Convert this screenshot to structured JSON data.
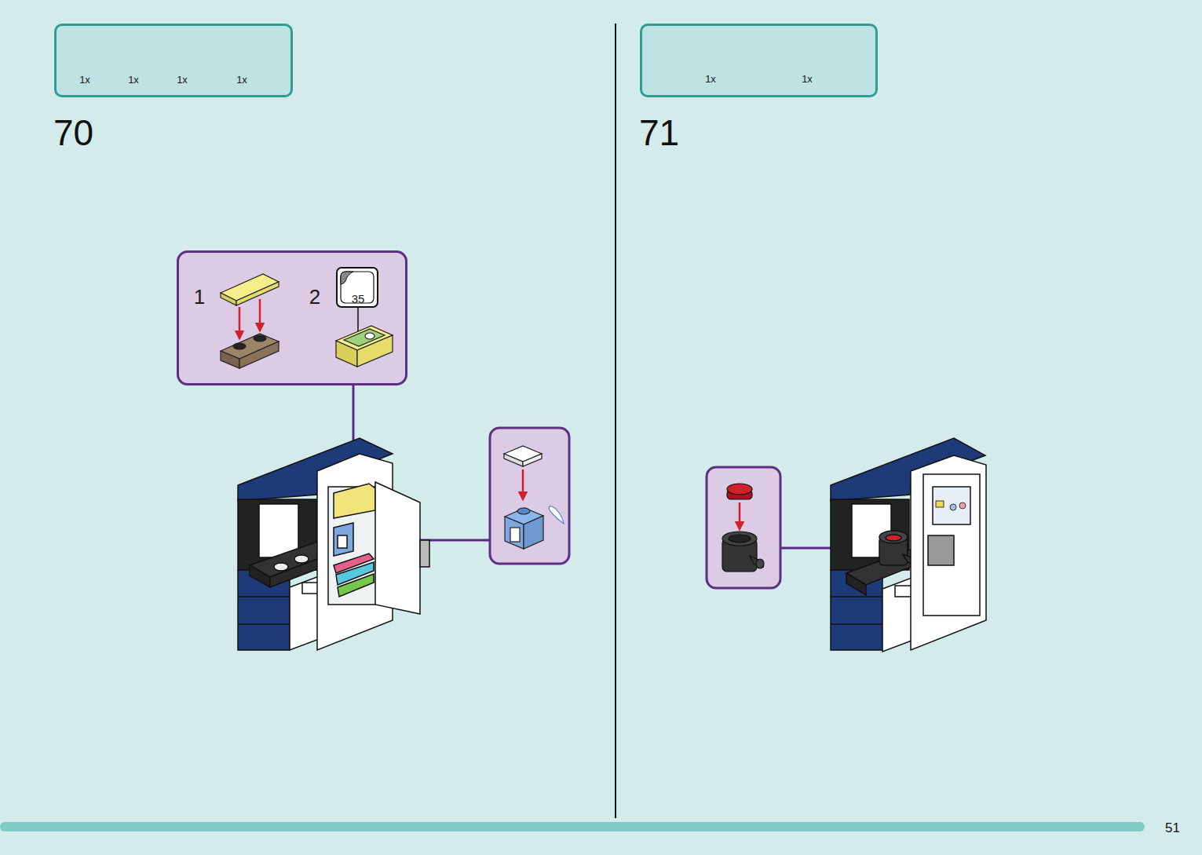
{
  "diagram": {
    "nodes": [
      {
        "text": [
          "1x",
          "1x",
          "1x",
          "1x"
        ]
      },
      {
        "text": [
          "1x",
          "1x"
        ]
      },
      {
        "text": [
          "1",
          "2"
        ]
      },
      {
        "text": [
          "35"
        ],
        "in": 2
      }
    ],
    "labels": [
      "70",
      "71",
      "51"
    ]
  }
}
